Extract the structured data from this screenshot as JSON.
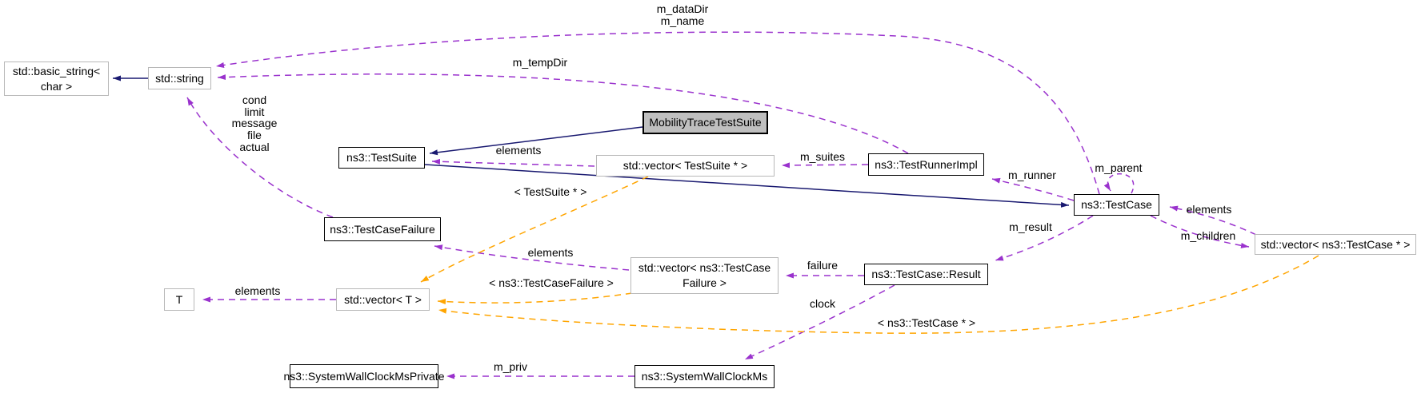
{
  "nodes": {
    "basic_string": "std::basic_string< char >",
    "std_string": "std::string",
    "mobility_trace_test_suite": "MobilityTraceTestSuite",
    "test_suite": "ns3::TestSuite",
    "vector_test_suite": "std::vector< TestSuite * >",
    "test_runner_impl": "ns3::TestRunnerImpl",
    "test_case": "ns3::TestCase",
    "vector_test_case": "std::vector< ns3::TestCase * >",
    "test_case_failure": "ns3::TestCaseFailure",
    "vector_test_case_failure": "std::vector< ns3::TestCase Failure >",
    "test_case_result": "ns3::TestCase::Result",
    "t": "T",
    "vector_t": "std::vector< T >",
    "system_wall_clock_ms_private": "ns3::SystemWallClockMsPrivate",
    "system_wall_clock_ms": "ns3::SystemWallClockMs"
  },
  "edge_labels": {
    "m_datadir_m_name": "m_dataDir\nm_name",
    "m_tempdir": "m_tempDir",
    "cond_limit_message_file_actual": "cond\nlimit\nmessage\nfile\nactual",
    "elements_suites": "elements",
    "m_suites": "m_suites",
    "m_runner": "m_runner",
    "m_parent": "m_parent",
    "elements_children": "elements",
    "m_children": "m_children",
    "m_result": "m_result",
    "failure": "failure",
    "elements_failures": "elements",
    "elements_t": "elements",
    "template_test_suite": "< TestSuite * >",
    "template_test_case_failure": "< ns3::TestCaseFailure >",
    "template_test_case": "< ns3::TestCase * >",
    "clock": "clock",
    "m_priv": "m_priv"
  },
  "colors": {
    "inheritance": "#191970",
    "usage": "#9a32cd",
    "template": "#ffa500",
    "focal_fill": "#bfbfbf"
  }
}
